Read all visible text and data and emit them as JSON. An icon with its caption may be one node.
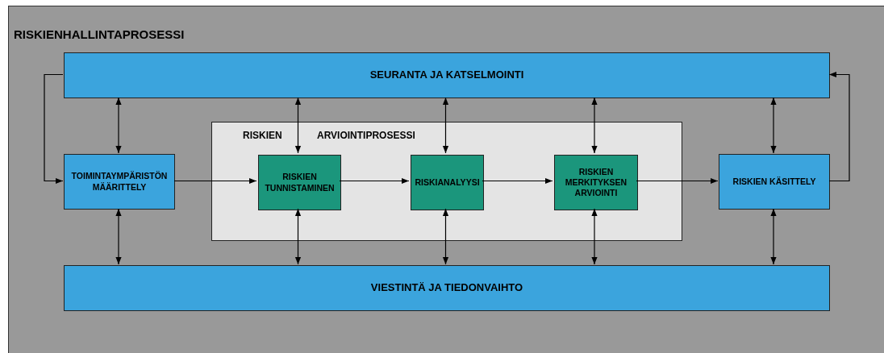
{
  "diagram": {
    "nodes": [
      {
        "text": [
          "RISKIENHALLINTAPROSESSI"
        ]
      },
      {
        "text": [
          "SEURANTA JA KATSELMOINTI"
        ],
        "in": 0
      },
      {
        "text": [
          "TOIMINTAYMPÄRISTÖN MÄÄRITTELY"
        ],
        "in": 0
      },
      {
        "text": [
          "RISKIEN",
          "ARVIOINTIPROSESSI"
        ],
        "in": 0
      },
      {
        "text": [
          "RISKIEN TUNNISTAMINEN"
        ],
        "in": 3
      },
      {
        "text": [
          "RISKIANALYYSI"
        ],
        "in": 3
      },
      {
        "text": [
          "RISKIEN MERKITYKSEN ARVIOINTI"
        ],
        "in": 3
      },
      {
        "text": [
          "RISKIEN KÄSITTELY"
        ],
        "in": 0
      },
      {
        "text": [
          "VIESTINTÄ JA TIEDONVAIHTO"
        ],
        "in": 0
      }
    ],
    "edges": [
      {
        "from": 1,
        "to": 2,
        "arrow": "to"
      },
      {
        "from": 2,
        "to": 4,
        "arrow": "to"
      },
      {
        "from": 4,
        "to": 5,
        "arrow": "to"
      },
      {
        "from": 5,
        "to": 6,
        "arrow": "to"
      },
      {
        "from": 6,
        "to": 7,
        "arrow": "to"
      },
      {
        "from": 7,
        "to": 1,
        "arrow": "to"
      },
      {
        "from": 1,
        "to": 2,
        "arrow": "both"
      },
      {
        "from": 1,
        "to": 4,
        "arrow": "both"
      },
      {
        "from": 1,
        "to": 5,
        "arrow": "both"
      },
      {
        "from": 1,
        "to": 6,
        "arrow": "both"
      },
      {
        "from": 1,
        "to": 7,
        "arrow": "both"
      },
      {
        "from": 2,
        "to": 8,
        "arrow": "both"
      },
      {
        "from": 4,
        "to": 8,
        "arrow": "both"
      },
      {
        "from": 5,
        "to": 8,
        "arrow": "both"
      },
      {
        "from": 6,
        "to": 8,
        "arrow": "both"
      },
      {
        "from": 7,
        "to": 8,
        "arrow": "both"
      }
    ]
  }
}
